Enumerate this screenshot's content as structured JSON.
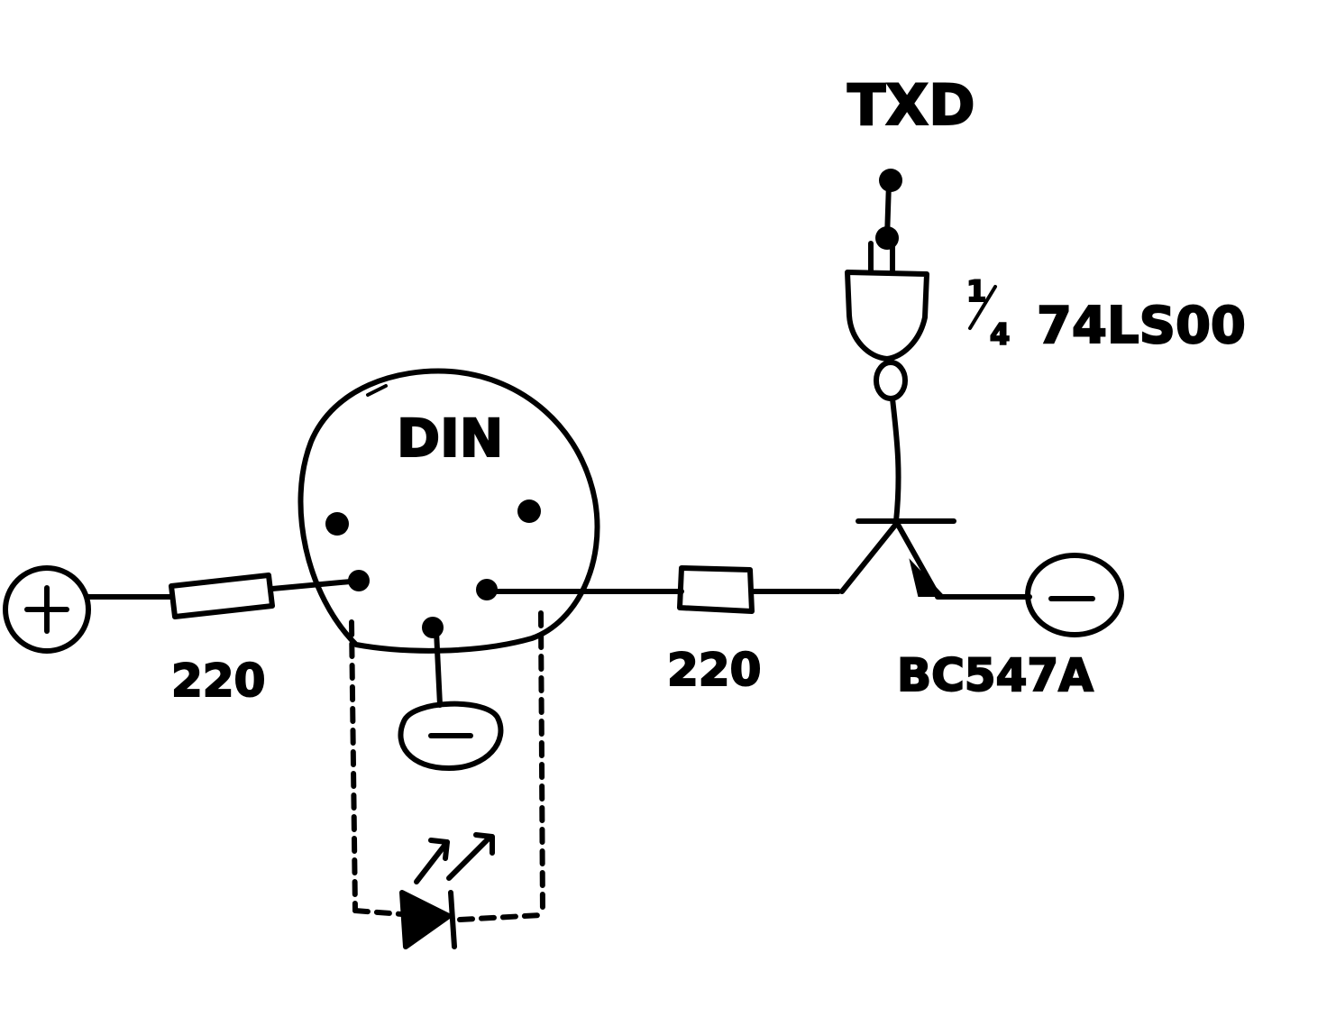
{
  "labels": {
    "signal": "TXD",
    "gate_fraction_num": "1",
    "gate_fraction_den": "4",
    "gate_part": "74LS00",
    "connector": "DIN",
    "resistor_left_value": "220",
    "resistor_right_value": "220",
    "transistor_part": "BC547A",
    "plus_symbol": "+",
    "minus_symbol": "−"
  },
  "colors": {
    "ink": "#000000",
    "paper": "#ffffff"
  }
}
